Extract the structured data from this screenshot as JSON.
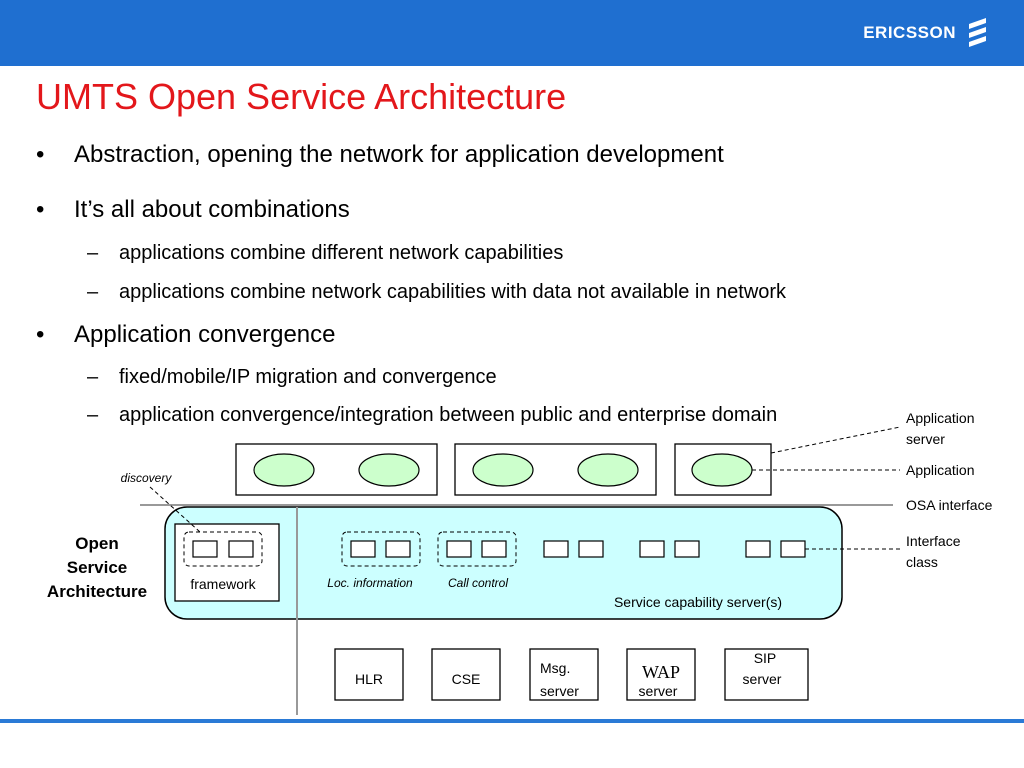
{
  "header": {
    "brand": "ERICSSON"
  },
  "title": "UMTS Open Service Architecture",
  "bullets": [
    {
      "text": "Abstraction, opening the network for application development",
      "subs": []
    },
    {
      "text": "It’s all about combinations",
      "subs": [
        "applications combine different network capabilities",
        "applications combine network capabilities with data not available in network"
      ]
    },
    {
      "text": "Application convergence",
      "subs": [
        "fixed/mobile/IP migration and convergence",
        "application convergence/integration between public and enterprise domain"
      ]
    }
  ],
  "markers": {
    "bullet": "•",
    "dash": "–"
  },
  "diagram": {
    "osa_label": [
      "Open",
      "Service",
      "Architecture"
    ],
    "discovery": "discovery",
    "framework": "framework",
    "loc_information": "Loc. information",
    "call_control": "Call control",
    "scs": "Service capability server(s)",
    "right_labels": {
      "application_server": [
        "Application",
        "server"
      ],
      "application": "Application",
      "osa_interface": "OSA interface",
      "interface_class": [
        "Interface",
        "class"
      ]
    },
    "servers": {
      "hlr": "HLR",
      "cse": "CSE",
      "msg": [
        "Msg.",
        "server"
      ],
      "wap_top": "WAP",
      "wap_bottom": "server",
      "sip": [
        "SIP",
        "server"
      ]
    }
  },
  "colors": {
    "header": "#1f6fd0",
    "title": "#e3171b",
    "scs_fill": "#ccffff",
    "app_fill": "#ccffcc"
  }
}
